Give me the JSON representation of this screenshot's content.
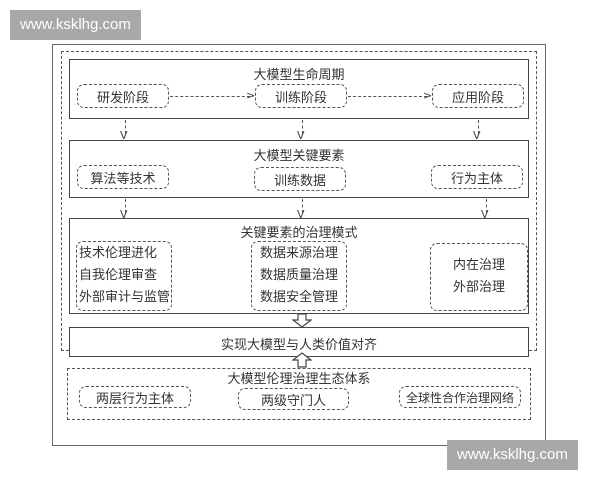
{
  "watermarks": {
    "top": "www.ksklhg.com",
    "bottom": "www.ksklhg.com"
  },
  "lifecycle": {
    "title": "大模型生命周期",
    "stages": [
      "研发阶段",
      "训练阶段",
      "应用阶段"
    ]
  },
  "key_elements": {
    "title": "大模型关键要素",
    "items": [
      "算法等技术",
      "训练数据",
      "行为主体"
    ]
  },
  "governance_modes": {
    "title": "关键要素的治理模式",
    "groups": [
      [
        "技术伦理进化",
        "自我伦理审查",
        "外部审计与监管"
      ],
      [
        "数据来源治理",
        "数据质量治理",
        "数据安全管理"
      ],
      [
        "内在治理",
        "外部治理"
      ]
    ]
  },
  "goal": {
    "label": "实现大模型与人类价值对齐"
  },
  "ecosystem": {
    "title": "大模型伦理治理生态体系",
    "items": [
      "两层行为主体",
      "两级守门人",
      "全球性合作治理网络"
    ]
  },
  "colors": {
    "line": "#444444",
    "watermark_bg": "#a8a8a8",
    "watermark_text": "#ffffff"
  }
}
